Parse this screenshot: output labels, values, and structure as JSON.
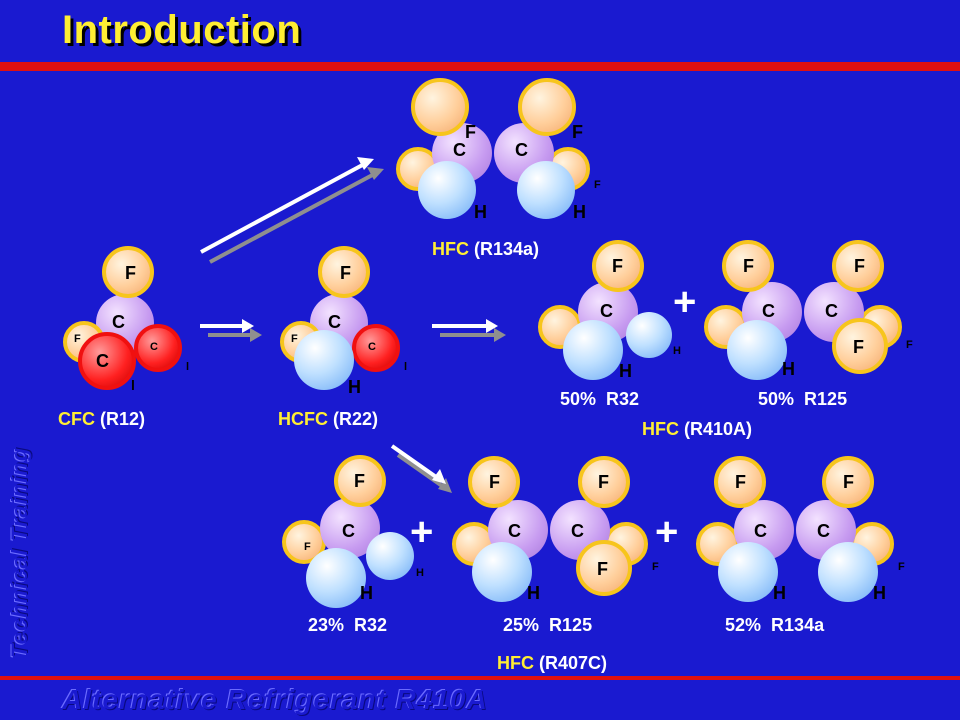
{
  "slide": {
    "title": "Introduction",
    "side_text": "Technical Training",
    "footer": "Alternative Refrigerant R410A"
  },
  "labels": {
    "cfc": {
      "abbr": "CFC",
      "code": "(R12)"
    },
    "hcfc": {
      "abbr": "HCFC",
      "code": "(R22)"
    },
    "r134a": {
      "abbr": "HFC",
      "code": "(R134a)"
    },
    "r410a": {
      "abbr": "HFC",
      "code": "(R410A)"
    },
    "r407c": {
      "abbr": "HFC",
      "code": "(R407C)"
    }
  },
  "blends": {
    "r410a": [
      {
        "pct": "50%",
        "name": "R32"
      },
      {
        "pct": "50%",
        "name": "R125"
      }
    ],
    "r407c": [
      {
        "pct": "23%",
        "name": "R32"
      },
      {
        "pct": "25%",
        "name": "R125"
      },
      {
        "pct": "52%",
        "name": "R134a"
      }
    ]
  },
  "plus_sign": "+",
  "atom_symbols": {
    "F": "F",
    "C": "C",
    "H": "H",
    "Cl": "Cl",
    "Cl_top": "C",
    "Cl_bottom": "l"
  },
  "colors": {
    "background": "#1a1ad0",
    "title": "#ffee33",
    "red_line": "#e01010",
    "fluorine": "#ffce9a",
    "fluorine_ring": "#f7c51c",
    "carbon": "#c69af0",
    "hydrogen": "#bfe0ff",
    "chlorine": "#ff2020"
  },
  "icons": {
    "arrow": "arrow-right-icon",
    "diagonal_arrow": "diagonal-arrow-icon"
  }
}
